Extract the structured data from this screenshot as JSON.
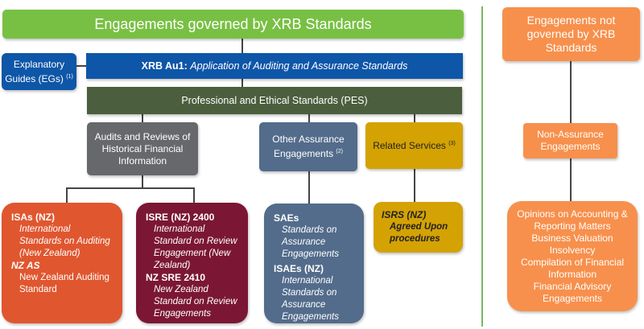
{
  "top": {
    "title": "Engagements governed by XRB Standards"
  },
  "explanatory": {
    "label": "Explanatory Guides (EGs)",
    "note": "(1)"
  },
  "au1": {
    "code": "XRB Au1:",
    "title": "Application of Auditing and Assurance Standards"
  },
  "pes": {
    "label": "Professional and Ethical Standards (PES)"
  },
  "audits": {
    "label": "Audits and Reviews of Historical Financial Information"
  },
  "other": {
    "label": "Other Assurance Engagements",
    "note": "(2)"
  },
  "related": {
    "label": "Related Services",
    "note": "(3)"
  },
  "isa": {
    "h1": "ISAs (NZ)",
    "d1": "International Standards on Auditing (New Zealand)",
    "h2": "NZ AS",
    "d2": "New Zealand Auditing Standard"
  },
  "isre": {
    "h1": "ISRE (NZ) 2400",
    "d1": "International Standard on Review Engagement (New Zealand)",
    "h2": "NZ SRE 2410",
    "d2": "New Zealand Standard on Review Engagements"
  },
  "sae": {
    "h1": "SAEs",
    "d1": "Standards on Assurance Engagements",
    "h2": "ISAEs (NZ)",
    "d2": "International Standards on Assurance Engagements"
  },
  "isrs": {
    "h1": "ISRS (NZ)",
    "d1": "Agreed Upon procedures"
  },
  "notgoverned": {
    "title": "Engagements not governed by XRB Standards"
  },
  "nonassurance": {
    "label": "Non-Assurance Engagements"
  },
  "opinions": {
    "items": [
      "Opinions on Accounting & Reporting Matters",
      "Business Valuation",
      "Insolvency",
      "Compilation of Financial Information",
      "Financial Advisory Engagements"
    ]
  },
  "colors": {
    "green": "#78c043",
    "blue": "#0e56a8",
    "olive": "#4b5e3d",
    "gray": "#67686b",
    "slate": "#536c8b",
    "gold": "#d4a203",
    "orangeRed": "#e0562f",
    "maroon": "#7b1734",
    "orange": "#f7904c",
    "separator": "#7ab95d"
  }
}
